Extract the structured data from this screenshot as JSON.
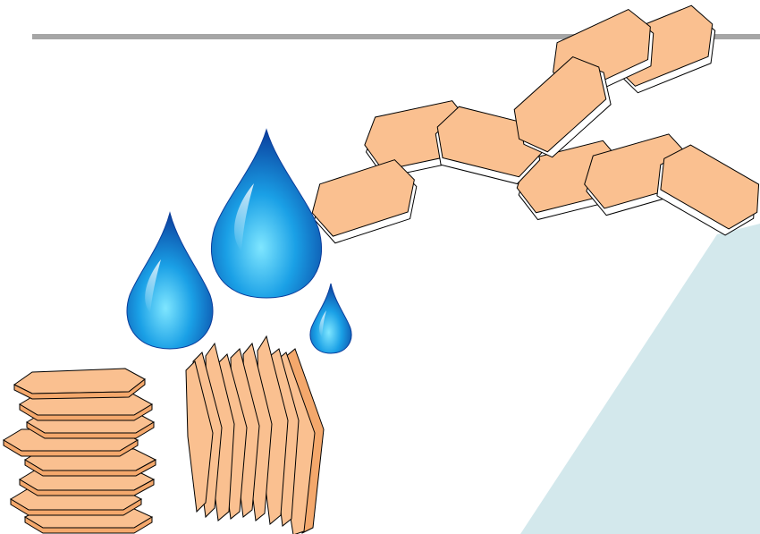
{
  "colors": {
    "background": "#ffffff",
    "rule": "#a6a6a6",
    "platelet_face": "#fac090",
    "platelet_edge": "#000000",
    "platelet_shadow": "#ffffff",
    "wedge": "#d3e8ec",
    "drop_light": "#7fe6ff",
    "drop_mid": "#1aa0e6",
    "drop_dark": "#0a3d9c"
  },
  "icons": [
    "water-drop-icon",
    "water-drop-icon",
    "water-drop-icon"
  ],
  "groups": {
    "stacked": "horizontal-platelet-stack",
    "standing": "vertical-platelet-stack",
    "dispersed": "exfoliated-platelet-chain"
  }
}
